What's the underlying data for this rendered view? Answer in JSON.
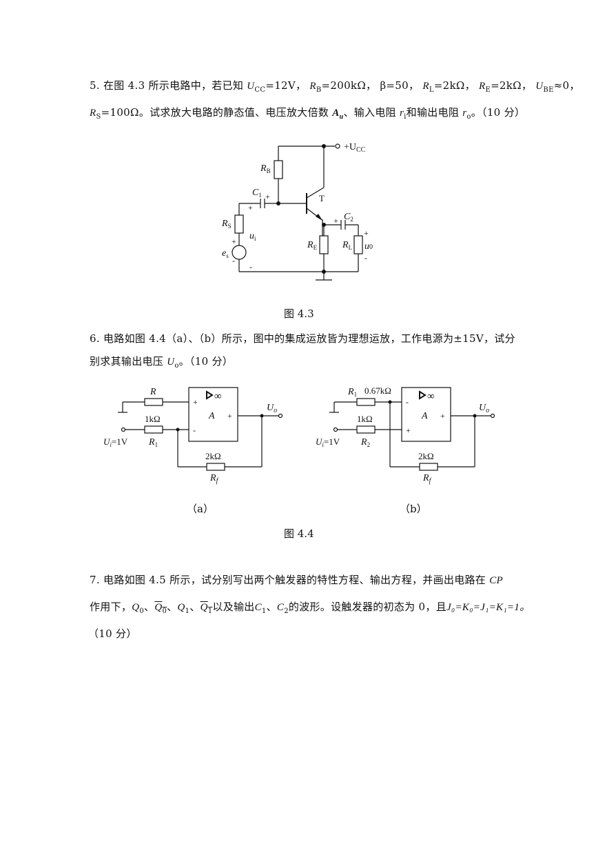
{
  "q5": {
    "number": "5.",
    "lead": "在图 4.3 所示电路中，若已知",
    "given": "U_CC=12V，R_B=200kΩ，β=50，R_L=2kΩ，R_E=2kΩ，U_BE≈0，R_S=100Ω",
    "task": "试求放大电路的静态值、电压放大倍数 Ȧu 、输入电阻 ri 和输出电阻 ro。（10 分）",
    "symbols": {
      "ucc": "U",
      "ucc_sub": "CC",
      "ucc_val": "=12V，",
      "rb": "R",
      "rb_sub": "B",
      "rb_val": "=200kΩ，",
      "beta": "β=50，",
      "rl": "R",
      "rl_sub": "L",
      "rl_val": "=2kΩ，",
      "re": "R",
      "re_sub": "E",
      "re_val": "=2kΩ，",
      "ube": "U",
      "ube_sub": "BE",
      "ube_val": "≈0，"
    },
    "line2": {
      "rs": "R",
      "rs_sub": "S",
      "rs_val": "=100Ω。",
      "text1": "试求放大电路的静态值、电压放大倍数",
      "au": "A",
      "au_sub": "u",
      "text2": "、输入电阻",
      "ri": "r",
      "ri_sub": "i",
      "text3": "和输出电阻",
      "ro": "r",
      "ro_sub": "o",
      "text4": "。（10 分）"
    },
    "figure_caption": "图 4.3",
    "circuit_labels": {
      "ucc": "+U",
      "ucc_sub": "CC",
      "rb": "R",
      "rb_sub": "B",
      "c1": "C",
      "c1_sub": "1",
      "t": "T",
      "rs": "R",
      "rs_sub": "S",
      "ui": "u",
      "ui_sub": "i",
      "es": "e",
      "es_sub": "s",
      "re": "R",
      "re_sub": "E",
      "c2": "C",
      "c2_sub": "2",
      "rl": "R",
      "rl_sub": "L",
      "uo": "u",
      "uo_sub": "0",
      "plus": "+",
      "minus": "-"
    }
  },
  "q6": {
    "number": "6.",
    "line1": "电路如图 4.4（a）、（b）所示，图中的集成运放皆为理想运放，工作电源为±15V，试分",
    "line2a": "别求其输出电压",
    "uo": "U",
    "uo_sub": "o",
    "line2b": "。（10 分）",
    "figure_caption": "图 4.4",
    "sub_a": "（a）",
    "sub_b": "（b）",
    "circuit_a": {
      "r": "R",
      "r1_val": "1kΩ",
      "r1": "R",
      "r1_sub": "1",
      "ui": "U",
      "ui_sub": "i",
      "ui_val": "=1V",
      "rf_val": "2kΩ",
      "rf": "R",
      "rf_sub": "f",
      "amp": "A",
      "inf": "∞",
      "uo": "U",
      "uo_sub": "o",
      "plus": "+",
      "minus": "-"
    },
    "circuit_b": {
      "r1": "R",
      "r1_sub": "1",
      "r1_val": "0.67kΩ",
      "r2_val": "1kΩ",
      "r2": "R",
      "r2_sub": "2",
      "ui": "U",
      "ui_sub": "i",
      "ui_val": "=1V",
      "rf_val": "2kΩ",
      "rf": "R",
      "rf_sub": "f",
      "amp": "A",
      "inf": "∞",
      "uo": "U",
      "uo_sub": "o",
      "plus": "+",
      "minus": "-"
    }
  },
  "q7": {
    "number": "7.",
    "line1": "电路如图 4.5 所示，试分别写出两个触发器的特性方程、输出方程，并画出电路在",
    "cp": "CP",
    "line2a": "作用下，",
    "q0": "Q",
    "q0_sub": "0",
    "sep": "、",
    "q0b": "Q",
    "q1": "Q",
    "q1_sub": "1",
    "q1b": "Q",
    "line2b": "以及输出",
    "c1": "C",
    "c1_sub": "1",
    "c2": "C",
    "c2_sub": "2",
    "line2c": "的波形。设触发器的初态为 0，且",
    "jk": "J₀=K₀=J₁=K₁=1。",
    "line3": "（10 分）"
  }
}
